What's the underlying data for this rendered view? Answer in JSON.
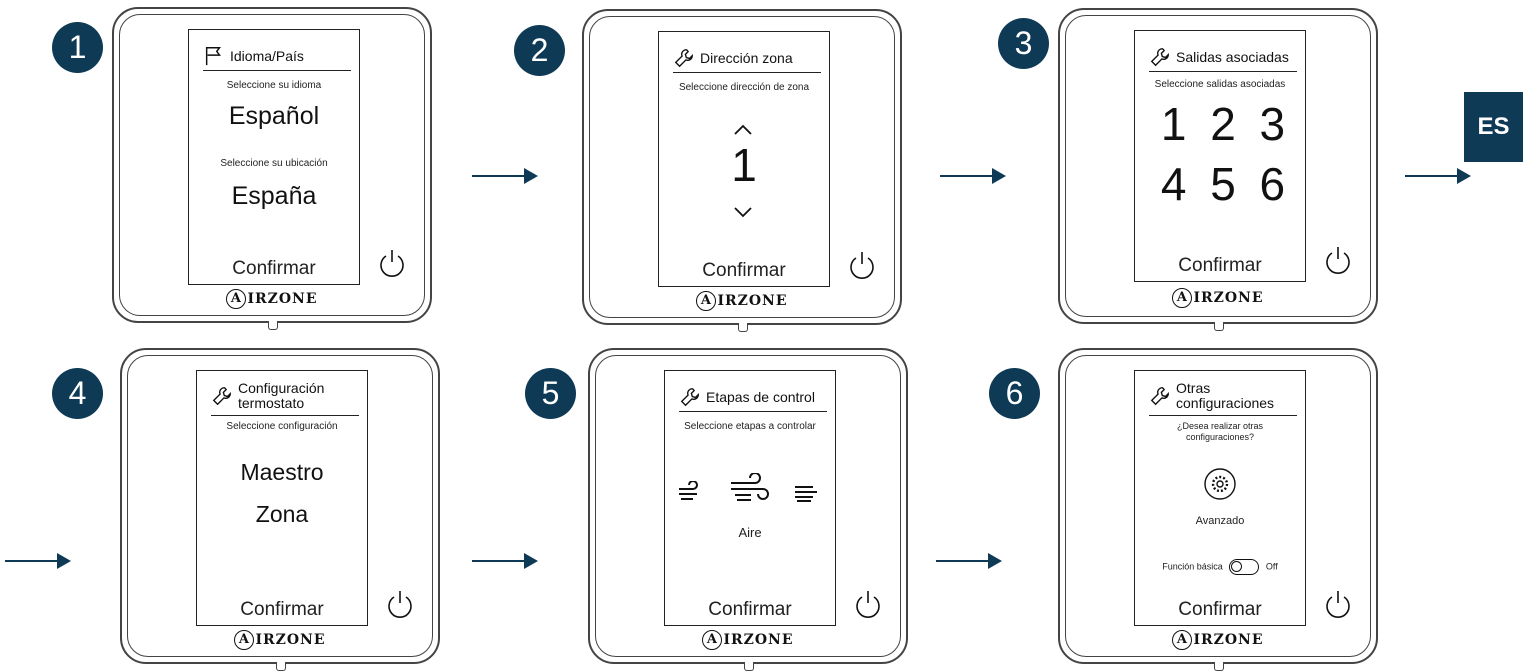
{
  "language_tab": "ES",
  "brand": "IRZONE",
  "brand_initial": "A",
  "steps": [
    {
      "number": "1",
      "title": "Idioma/País",
      "icon": "flag-icon",
      "sub1": "Seleccione su idioma",
      "value1": "Español",
      "sub2": "Seleccione su ubicación",
      "value2": "España",
      "confirm": "Confirmar"
    },
    {
      "number": "2",
      "title": "Dirección zona",
      "icon": "wrench-icon",
      "sub1": "Seleccione dirección de zona",
      "value1": "1",
      "confirm": "Confirmar"
    },
    {
      "number": "3",
      "title": "Salidas asociadas",
      "icon": "wrench-icon",
      "sub1": "Seleccione salidas asociadas",
      "outputs": [
        "1",
        "2",
        "3",
        "4",
        "5",
        "6"
      ],
      "confirm": "Confirmar"
    },
    {
      "number": "4",
      "title_line1": "Configuración",
      "title_line2": "termostato",
      "icon": "wrench-icon",
      "sub1": "Seleccione configuración",
      "value1": "Maestro",
      "value2": "Zona",
      "confirm": "Confirmar"
    },
    {
      "number": "5",
      "title": "Etapas de control",
      "icon": "wrench-icon",
      "sub1": "Seleccione etapas a controlar",
      "selected": "Aire",
      "confirm": "Confirmar"
    },
    {
      "number": "6",
      "title_line1": "Otras",
      "title_line2": "configuraciones",
      "icon": "wrench-icon",
      "sub1": "¿Desea realizar otras",
      "sub2": "configuraciones?",
      "advanced": "Avanzado",
      "basic_label": "Función básica",
      "basic_state": "Off",
      "confirm": "Confirmar"
    }
  ]
}
